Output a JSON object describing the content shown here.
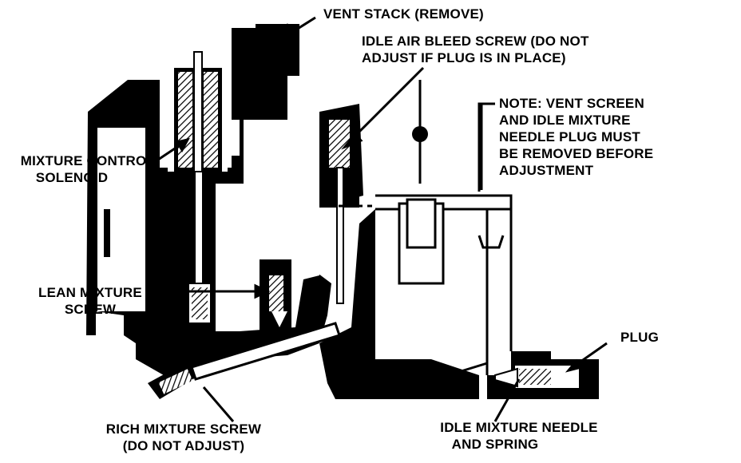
{
  "labels": {
    "vent_stack": "VENT STACK (REMOVE)",
    "idle_air_bleed_1": "IDLE AIR BLEED SCREW (DO NOT",
    "idle_air_bleed_2": "ADJUST IF PLUG IS IN PLACE)",
    "note_1": "NOTE: VENT SCREEN",
    "note_2": "AND IDLE MIXTURE",
    "note_3": "NEEDLE PLUG MUST",
    "note_4": "BE REMOVED BEFORE",
    "note_5": "ADJUSTMENT",
    "mixture_control_1": "MIXTURE CONTROL",
    "mixture_control_2": "SOLENOID",
    "lean_mixture_1": "LEAN MIXTURE",
    "lean_mixture_2": "SCREW",
    "plug": "PLUG",
    "rich_mixture_1": "RICH MIXTURE SCREW",
    "rich_mixture_2": "(DO NOT ADJUST)",
    "idle_needle_1": "IDLE MIXTURE NEEDLE",
    "idle_needle_2": "AND SPRING"
  },
  "colors": {
    "ink": "#000000",
    "paper": "#ffffff"
  }
}
